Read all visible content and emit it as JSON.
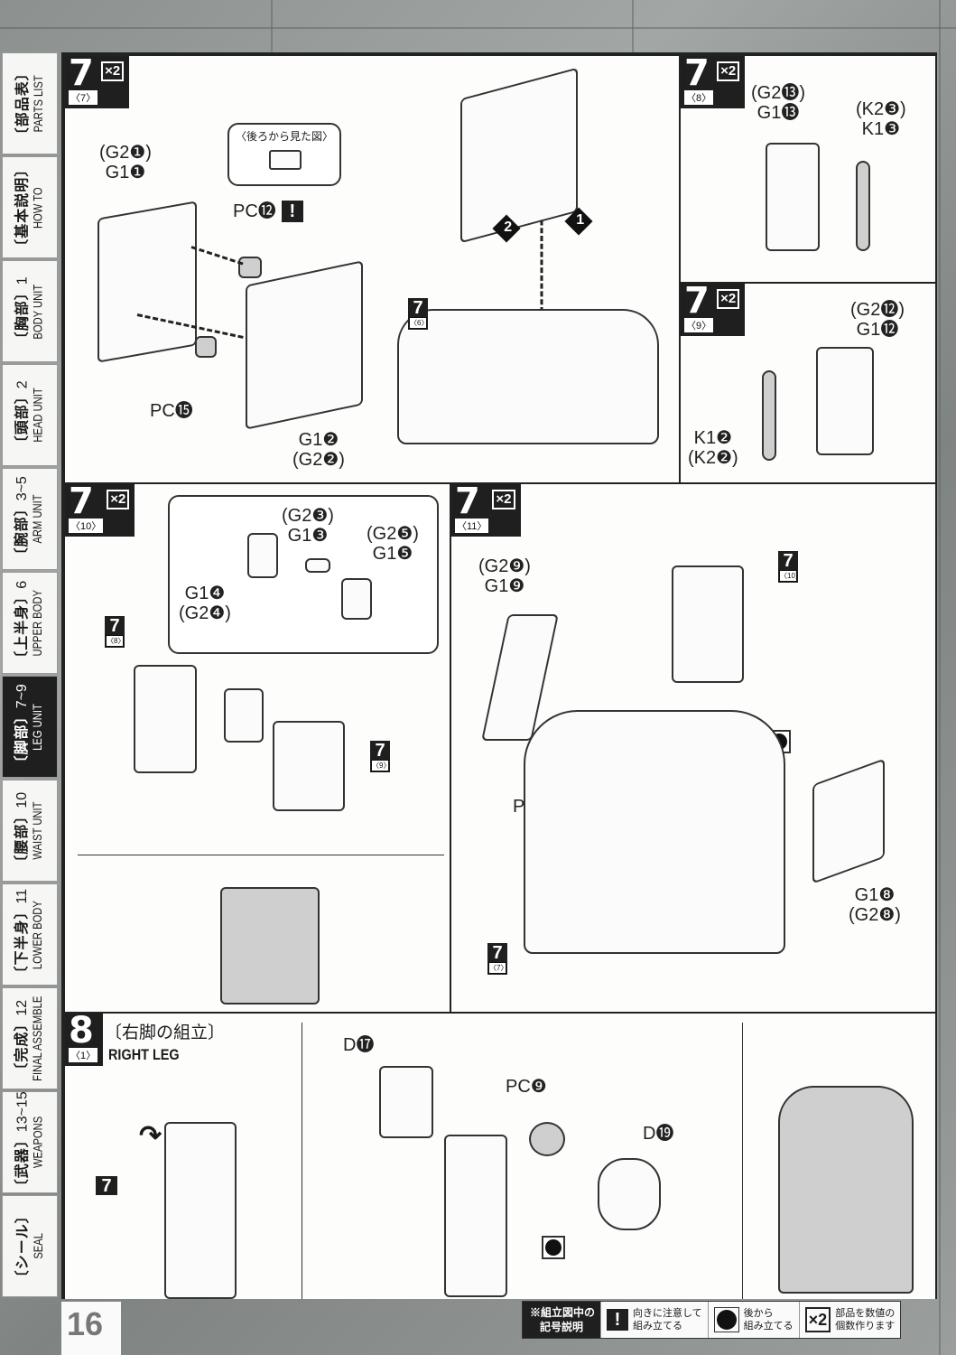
{
  "side_index": [
    {
      "jp": "〔部品表〕",
      "num": "",
      "en": "PARTS LIST",
      "active": false
    },
    {
      "jp": "〔基本説明〕",
      "num": "",
      "en": "HOW TO",
      "active": false
    },
    {
      "jp": "〔胸部〕",
      "num": "1",
      "en": "BODY UNIT",
      "active": false
    },
    {
      "jp": "〔頭部〕",
      "num": "2",
      "en": "HEAD UNIT",
      "active": false
    },
    {
      "jp": "〔腕部〕",
      "num": "3~5",
      "en": "ARM UNIT",
      "active": false
    },
    {
      "jp": "〔上半身〕",
      "num": "6",
      "en": "UPPER BODY",
      "active": false
    },
    {
      "jp": "〔脚部〕",
      "num": "7~9",
      "en": "LEG UNIT",
      "active": true
    },
    {
      "jp": "〔腰部〕",
      "num": "10",
      "en": "WAIST UNIT",
      "active": false
    },
    {
      "jp": "〔下半身〕",
      "num": "11",
      "en": "LOWER BODY",
      "active": false
    },
    {
      "jp": "〔完成〕",
      "num": "12",
      "en": "FINAL ASSEMBLE",
      "active": false
    },
    {
      "jp": "〔武器〕",
      "num": "13~15",
      "en": "WEAPONS",
      "active": false
    },
    {
      "jp": "〔シール〕",
      "num": "",
      "en": "SEAL",
      "active": false
    }
  ],
  "steps": {
    "s7_7": {
      "step": "7",
      "sub": "〈7〉",
      "mult": "×2",
      "callout_title": "〈後ろから見た図〉",
      "labels": {
        "g1_1": "(G2❶)\nG1❶",
        "pc12": "PC⓬",
        "pc15": "PC⓯",
        "g1_2": "G1❷\n(G2❷)"
      }
    },
    "s7_6_ref": {
      "step": "7",
      "sub": "〈6〉",
      "arrow1": "1",
      "arrow2": "2"
    },
    "s7_8": {
      "step": "7",
      "sub": "〈8〉",
      "mult": "×2",
      "labels": {
        "g1_13": "(G2⓭)\nG1⓭",
        "k1_3": "(K2❸)\nK1❸"
      }
    },
    "s7_9": {
      "step": "7",
      "sub": "〈9〉",
      "mult": "×2",
      "labels": {
        "g1_12": "(G2⓬)\nG1⓬",
        "k1_2": "K1❷\n(K2❷)"
      }
    },
    "s7_10": {
      "step": "7",
      "sub": "〈10〉",
      "mult": "×2",
      "labels": {
        "g1_3": "(G2❸)\nG1❸",
        "g1_5": "(G2❺)\nG1❺",
        "g1_4": "G1❹\n(G2❹)"
      },
      "refs": [
        {
          "n": "7",
          "s": "〈8〉"
        },
        {
          "n": "7",
          "s": "〈9〉"
        }
      ]
    },
    "s7_11": {
      "step": "7",
      "sub": "〈11〉",
      "mult": "×2",
      "labels": {
        "g1_9": "(G2❾)\nG1❾",
        "pc11": "PC⓫",
        "g1_8": "G1❽\n(G2❽)"
      },
      "refs": [
        {
          "n": "7",
          "s": "〈10〉"
        },
        {
          "n": "7",
          "s": "〈7〉"
        }
      ]
    },
    "s8_1": {
      "step": "8",
      "sub": "〈1〉",
      "title_jp": "〔右脚の組立〕",
      "title_en": "RIGHT LEG",
      "labels": {
        "d17": "D⓱",
        "pc9": "PC❾",
        "d19": "D⓳"
      },
      "ref": {
        "n": "7"
      }
    }
  },
  "footer": {
    "page_number": "16",
    "legend_title": "※組立図中の\n記号説明",
    "legend": [
      {
        "icon": "warning-icon",
        "glyph": "!",
        "text": "向きに注意して\n組み立てる"
      },
      {
        "icon": "rear-assembly-icon",
        "text": "後から\n組み立てる"
      },
      {
        "icon": "multiply-icon",
        "glyph": "×2",
        "text": "部品を数値の\n個数作ります"
      }
    ]
  }
}
